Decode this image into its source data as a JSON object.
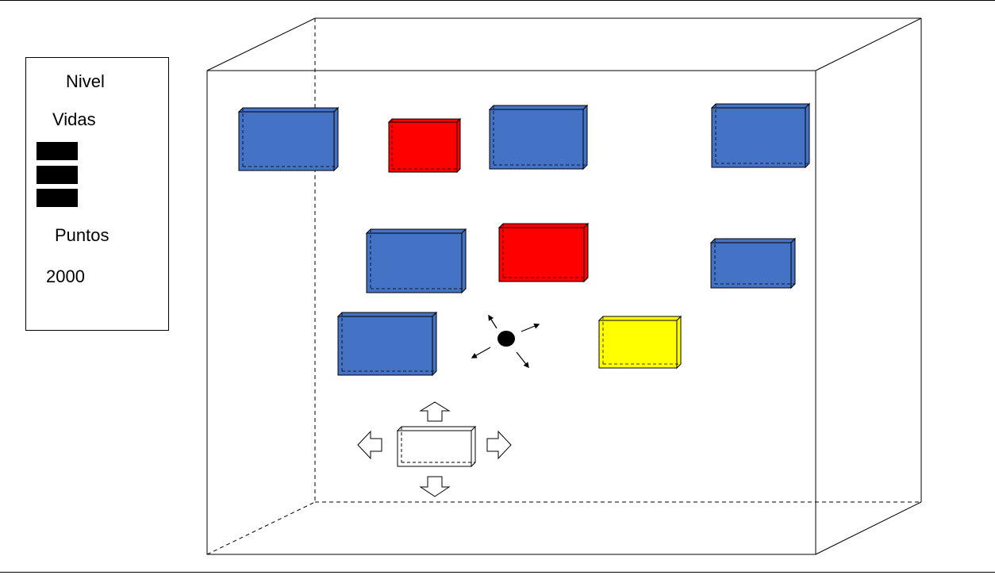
{
  "hud": {
    "level_label": "Nivel",
    "lives_label": "Vidas",
    "lives_count": 3,
    "points_label": "Puntos",
    "points_value": "2000"
  },
  "colors": {
    "blue_brick": "#4472C4",
    "red_brick": "#FF0000",
    "yellow_brick": "#FFFF00",
    "ball": "#000000",
    "paddle": "#FFFFFF"
  },
  "bricks": [
    {
      "name": "brick-blue-1",
      "color": "blue"
    },
    {
      "name": "brick-red-1",
      "color": "red"
    },
    {
      "name": "brick-blue-2",
      "color": "blue"
    },
    {
      "name": "brick-blue-3",
      "color": "blue"
    },
    {
      "name": "brick-blue-4",
      "color": "blue"
    },
    {
      "name": "brick-red-2",
      "color": "red"
    },
    {
      "name": "brick-blue-5",
      "color": "blue"
    },
    {
      "name": "brick-blue-6",
      "color": "blue"
    },
    {
      "name": "brick-yellow-1",
      "color": "yellow"
    }
  ],
  "icons": {
    "ball": "ball-icon",
    "ball_directions": "diagonal-arrows",
    "paddle_moves": "block-arrows-up-down-left-right"
  }
}
